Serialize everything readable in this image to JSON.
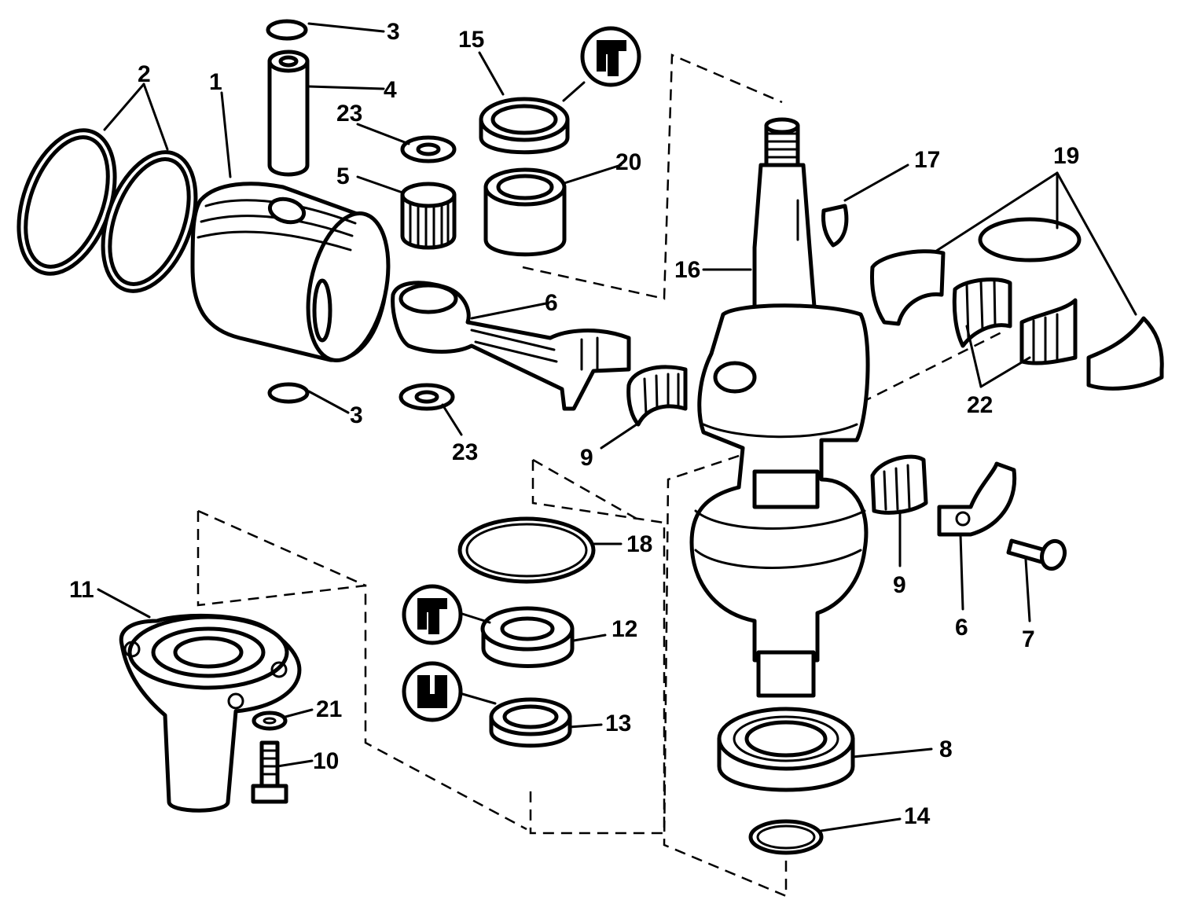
{
  "callouts": {
    "piston": "1",
    "piston_rings": "2",
    "retaining_ring_top": "3",
    "retaining_ring_bottom": "3",
    "piston_pin": "4",
    "pin_needle_bearing": "5",
    "connecting_rod": "6",
    "rod_cap": "6",
    "rod_screw": "7",
    "lower_ball_bearing": "8",
    "rod_bearing_left": "9",
    "rod_bearing_right": "9",
    "retainer_screw": "10",
    "bearing_housing": "11",
    "upper_seal": "12",
    "lower_seal": "13",
    "bearing_retaining_ring": "14",
    "top_seal": "15",
    "crankshaft": "16",
    "woodruff_key": "17",
    "o_ring": "18",
    "center_bearing_retainer": "19",
    "needle_bearing": "20",
    "washer": "21",
    "center_bearing": "22",
    "thrust_washer_top": "23",
    "thrust_washer_bottom": "23"
  }
}
